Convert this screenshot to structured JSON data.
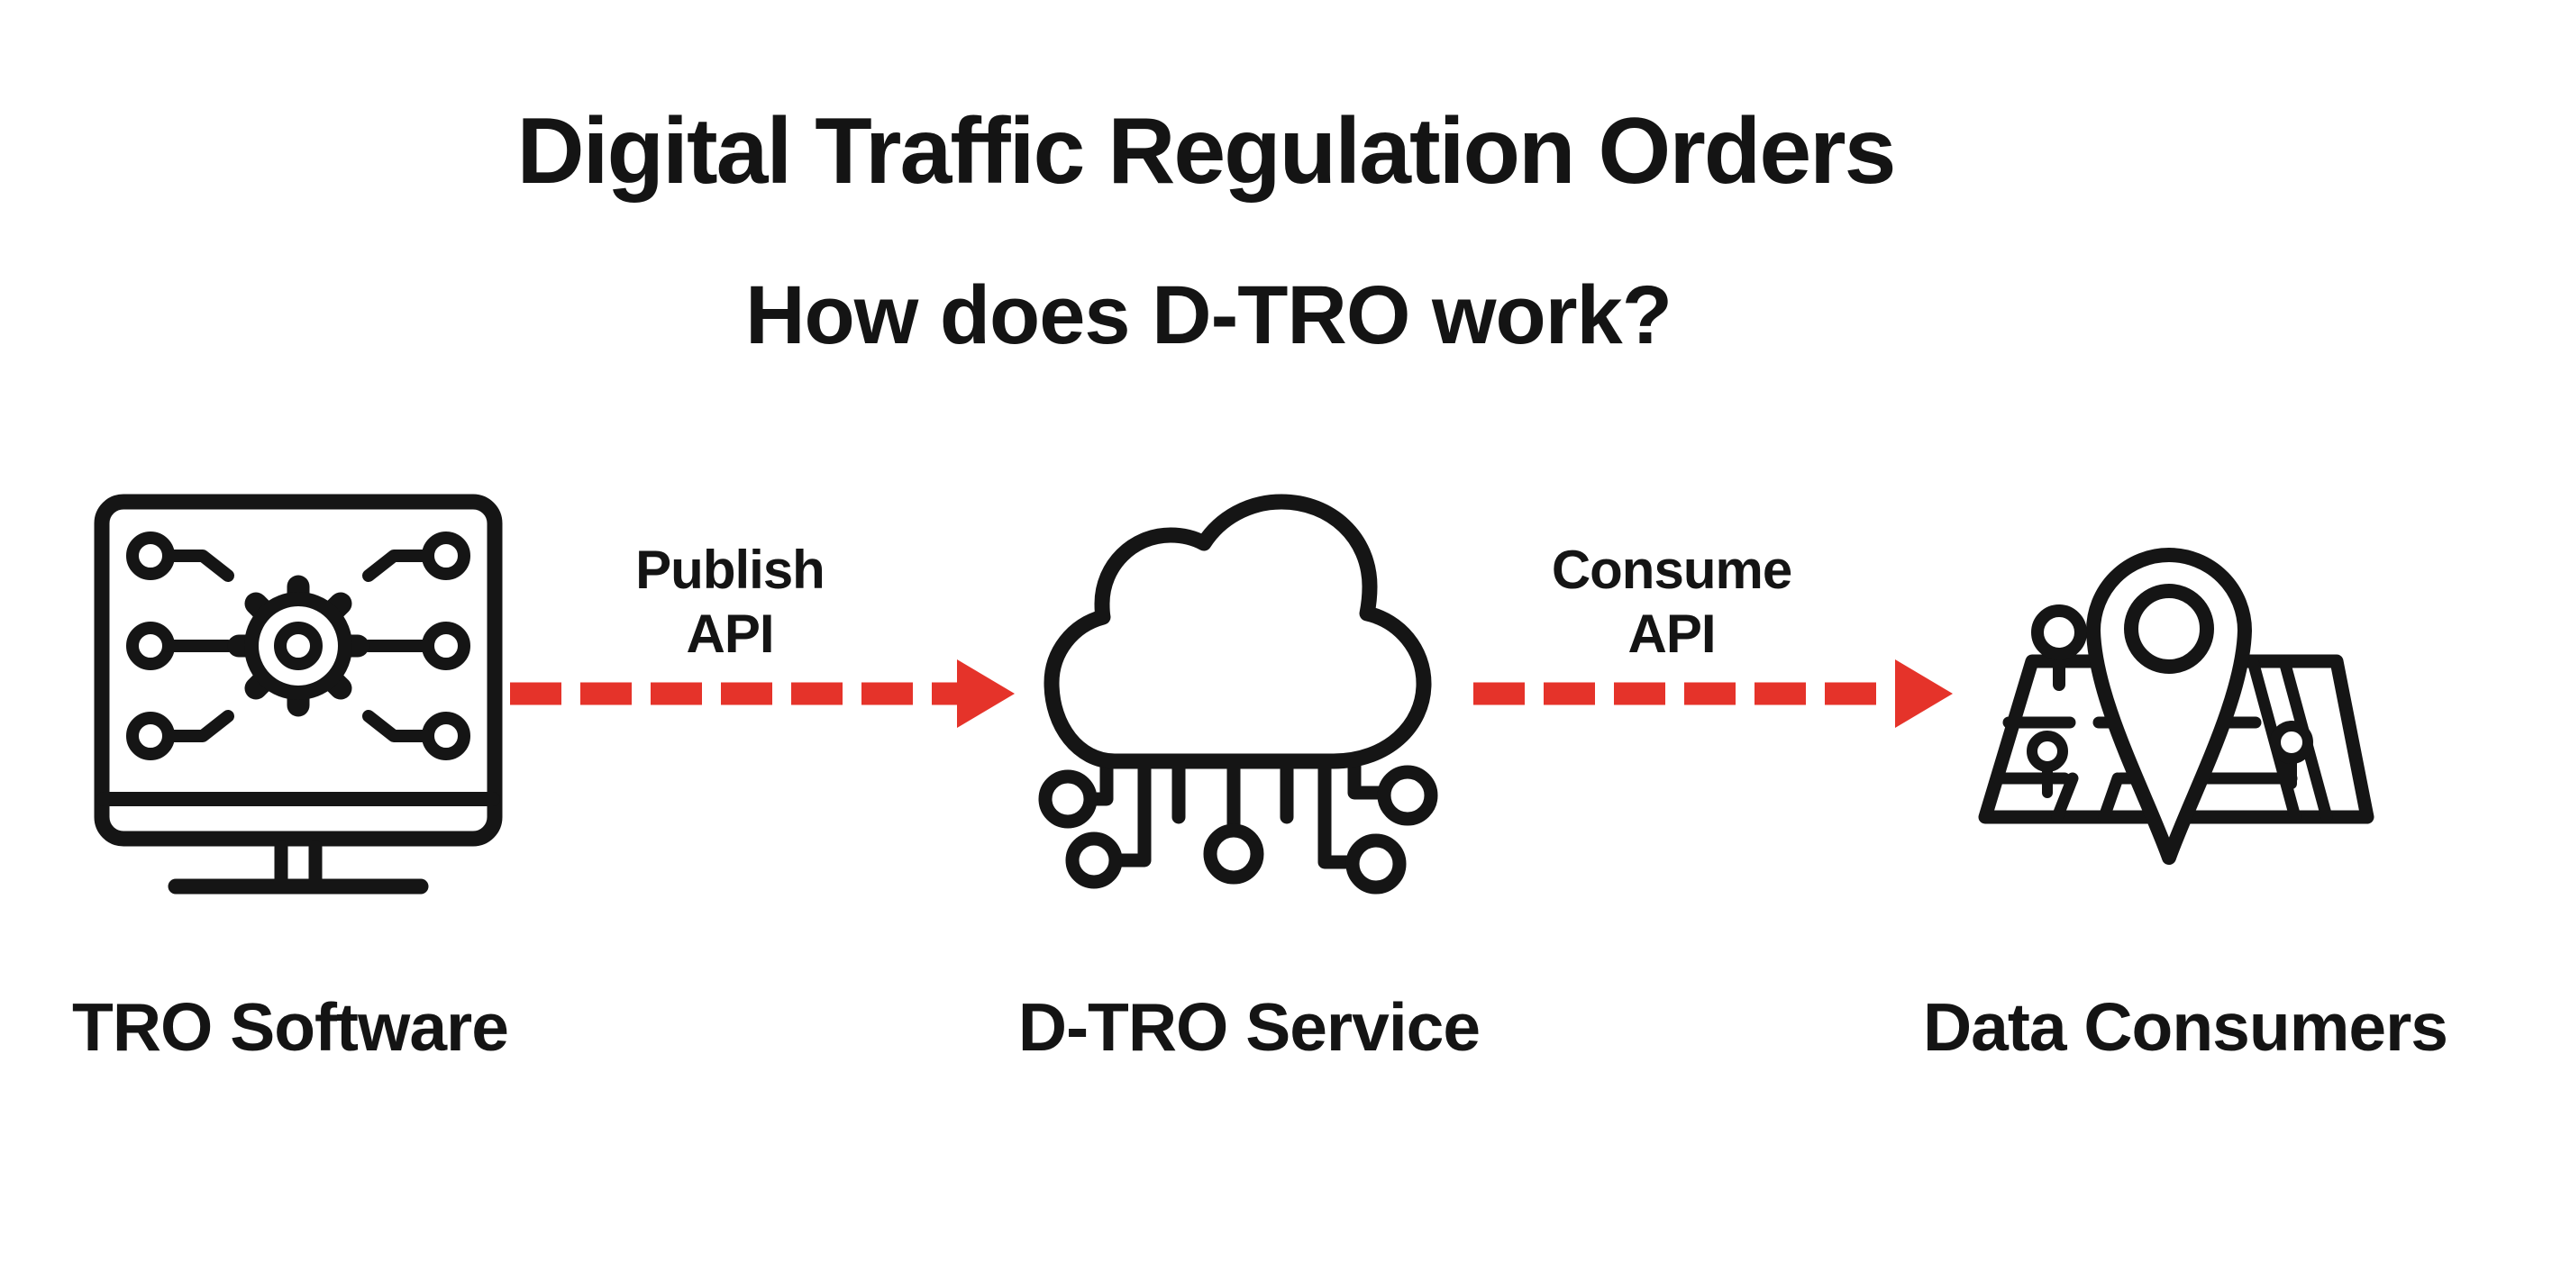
{
  "diagram": {
    "title": "Digital Traffic Regulation Orders",
    "subtitle": "How does D-TRO work?",
    "nodes": [
      {
        "id": "tro-software",
        "label": "TRO Software",
        "icon": "monitor-gear-icon"
      },
      {
        "id": "dtro-service",
        "label": "D-TRO Service",
        "icon": "cloud-circuit-icon"
      },
      {
        "id": "data-consumers",
        "label": "Data Consumers",
        "icon": "map-pins-icon"
      }
    ],
    "arrows": [
      {
        "id": "publish-api",
        "line1": "Publish",
        "line2": "API",
        "direction": "right"
      },
      {
        "id": "consume-api",
        "line1": "Consume",
        "line2": "API",
        "direction": "right"
      }
    ],
    "colors": {
      "arrow_red": "#E5332A",
      "line_black": "#151515",
      "background": "#FFFFFF"
    }
  }
}
